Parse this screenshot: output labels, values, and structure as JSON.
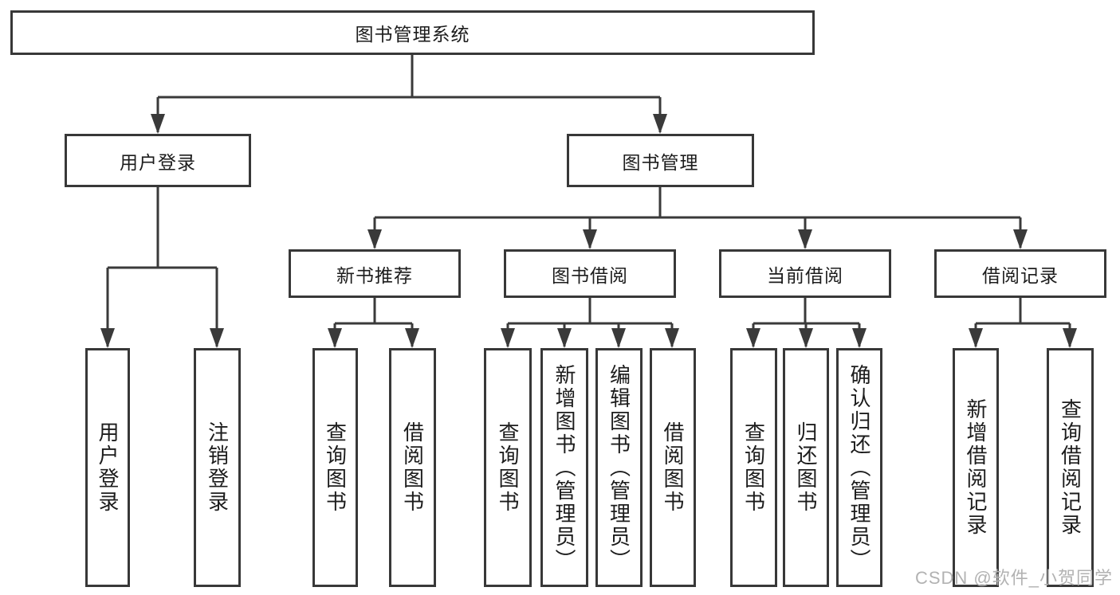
{
  "diagram": {
    "root": {
      "label": "图书管理系统"
    },
    "branches": [
      {
        "label": "用户登录",
        "children": [
          {
            "label": "用户登录"
          },
          {
            "label": "注销登录"
          }
        ]
      },
      {
        "label": "图书管理",
        "children": [
          {
            "label": "新书推荐",
            "children": [
              {
                "label": "查询图书"
              },
              {
                "label": "借阅图书"
              }
            ]
          },
          {
            "label": "图书借阅",
            "children": [
              {
                "label": "查询图书"
              },
              {
                "label": "新增图书（管理员）"
              },
              {
                "label": "编辑图书（管理员）"
              },
              {
                "label": "借阅图书"
              }
            ]
          },
          {
            "label": "当前借阅",
            "children": [
              {
                "label": "查询图书"
              },
              {
                "label": "归还图书"
              },
              {
                "label": "确认归还（管理员）"
              }
            ]
          },
          {
            "label": "借阅记录",
            "children": [
              {
                "label": "新增借阅记录"
              },
              {
                "label": "查询借阅记录"
              }
            ]
          }
        ]
      }
    ]
  },
  "watermark": {
    "text": "CSDN @软件_小贺同学"
  },
  "colors": {
    "line": "#3a3a3a",
    "node_border": "#383838",
    "text": "#1c1c1c",
    "watermark": "#b2b2b2",
    "background": "#ffffff"
  }
}
